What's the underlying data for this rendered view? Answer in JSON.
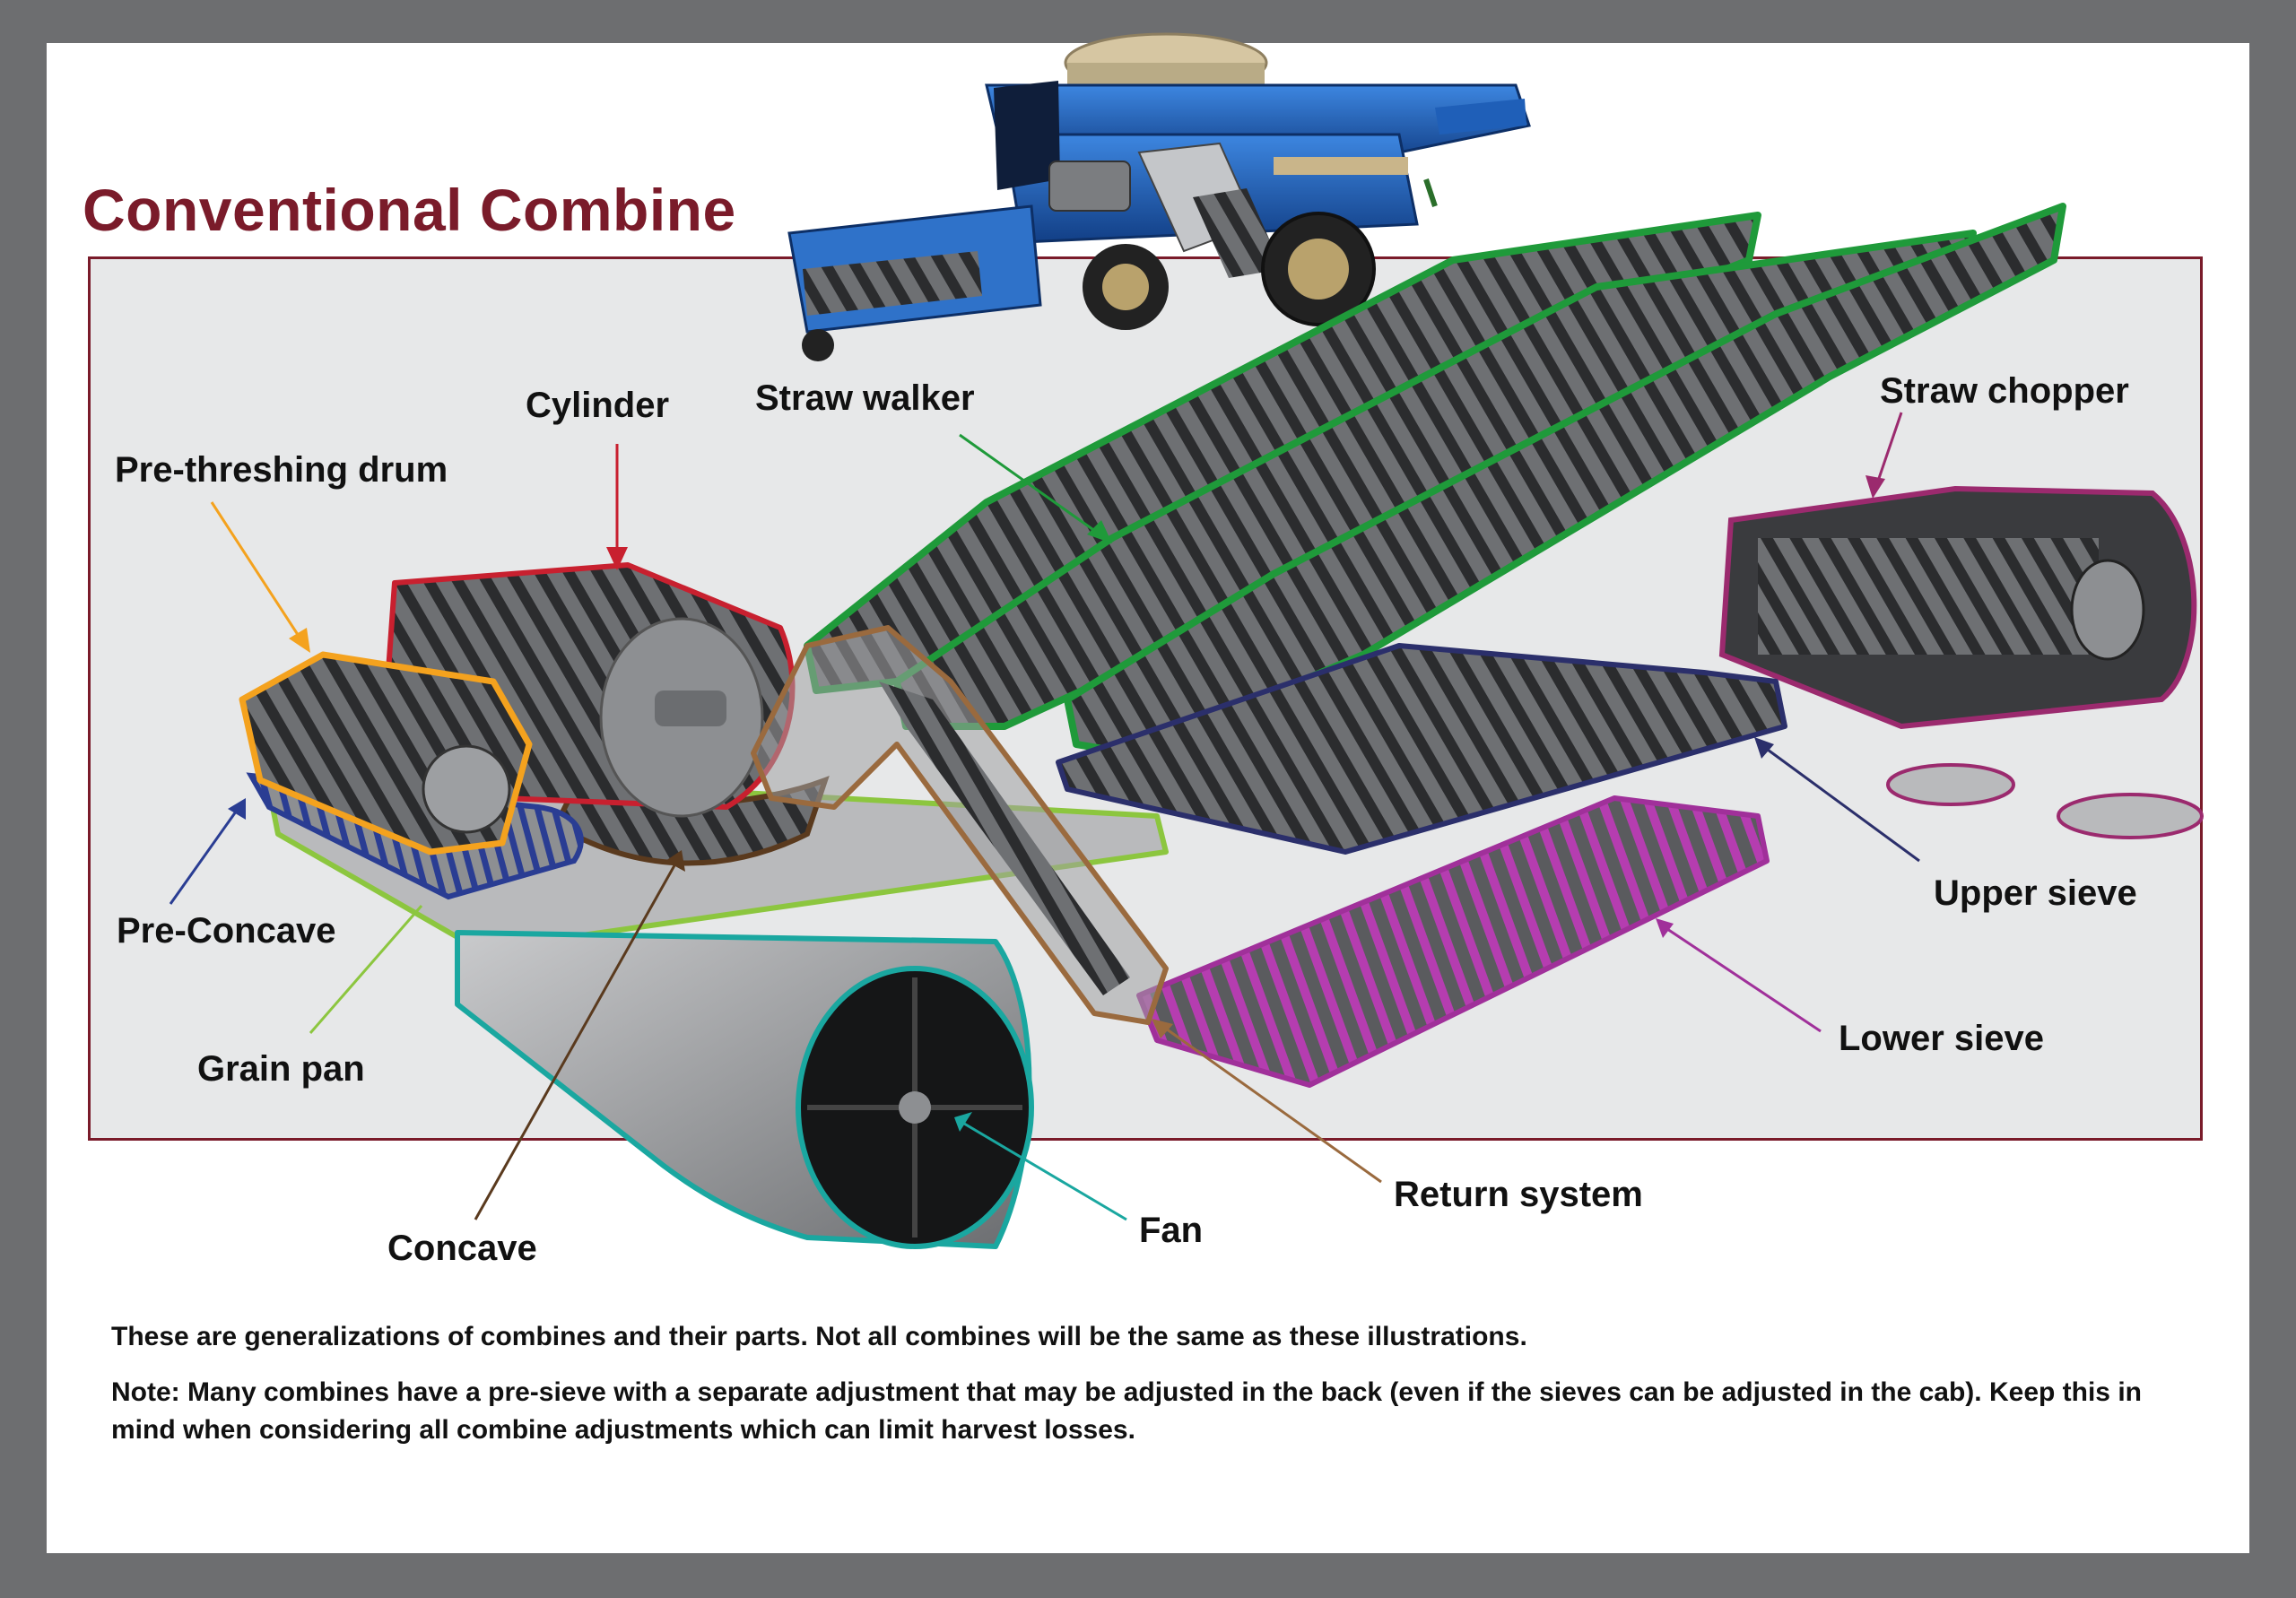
{
  "title": "Conventional Combine",
  "labels": {
    "cylinder": "Cylinder",
    "straw_walker": "Straw walker",
    "straw_chopper": "Straw chopper",
    "pre_threshing_drum": "Pre-threshing drum",
    "pre_concave": "Pre-Concave",
    "grain_pan": "Grain pan",
    "concave": "Concave",
    "fan": "Fan",
    "return_system": "Return system",
    "upper_sieve": "Upper sieve",
    "lower_sieve": "Lower sieve"
  },
  "notes": {
    "line1": "These are generalizations of combines and their parts. Not all combines will be the same as these illustrations.",
    "line2": "Note: Many combines have a pre-sieve with a separate adjustment that may be adjusted in the back (even if the sieves can be adjusted in the cab). Keep this in mind when considering all combine adjustments which can limit harvest losses."
  },
  "colors": {
    "title": "#7a1b2a",
    "cylinder": "#c8202f",
    "straw_walker": "#1f9a3a",
    "straw_chopper": "#9b2a6e",
    "pre_threshing_drum": "#f4a21e",
    "pre_concave": "#2a3d93",
    "grain_pan": "#8cc63f",
    "concave": "#5a3a1e",
    "fan": "#1aa7a0",
    "return_system": "#9a6a3e",
    "upper_sieve": "#2b2f6b",
    "lower_sieve": "#a0309a",
    "combine_body": "#1f5fb8"
  }
}
